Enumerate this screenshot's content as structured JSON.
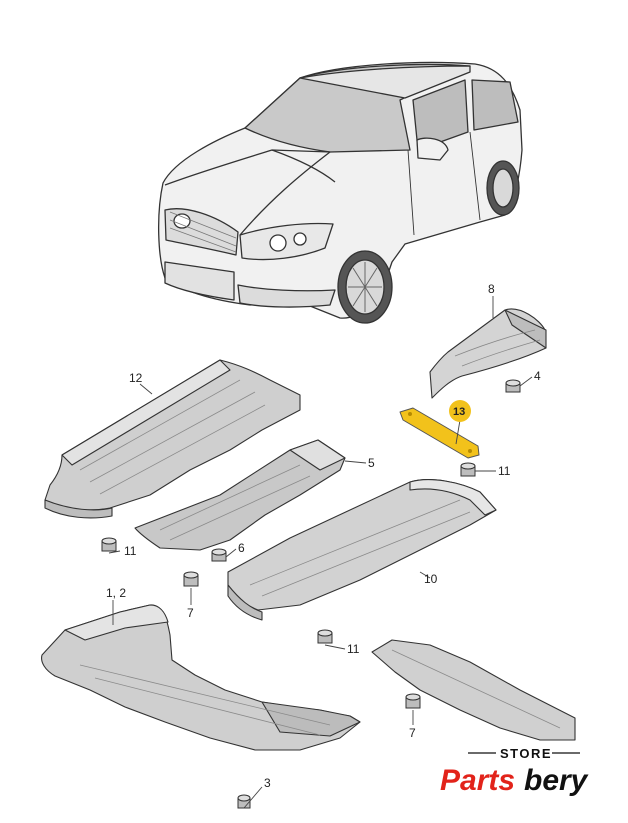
{
  "diagram": {
    "callouts": {
      "c8": "8",
      "c4": "4",
      "c12": "12",
      "c13": "13",
      "c5": "5",
      "c11a": "11",
      "c11b": "11",
      "c11c": "11",
      "c6": "6",
      "c7a": "7",
      "c7b": "7",
      "c10": "10",
      "c1_2": "1, 2",
      "c3": "3"
    },
    "highlight_color": "#f2c21b"
  },
  "brand": {
    "store": "STORE",
    "parts": "Parts",
    "bery": "bery",
    "accent_color": "#e2231a"
  }
}
